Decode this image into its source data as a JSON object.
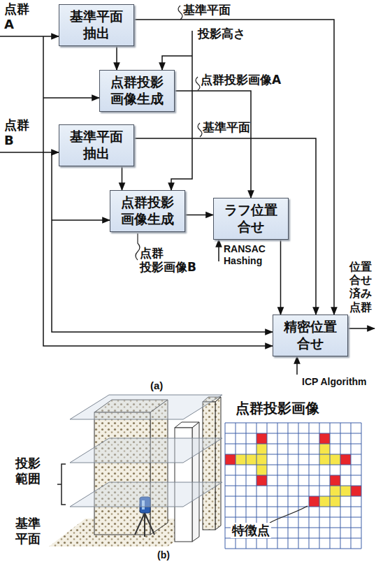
{
  "diagram": {
    "nodes": [
      {
        "text": [
          "基準平面 抽出"
        ]
      },
      {
        "text": [
          "点群投影 画像生成"
        ]
      },
      {
        "text": [
          "基準平面 抽出"
        ]
      },
      {
        "text": [
          "点群投影 画像生成"
        ]
      },
      {
        "text": [
          "ラフ位置 合せ"
        ]
      },
      {
        "text": [
          "精密位置 合せ"
        ]
      }
    ],
    "edges": [
      {
        "from": 0,
        "to": 1,
        "arrow": "to"
      },
      {
        "from": 0,
        "to": 5,
        "arrow": "to"
      },
      {
        "from": 1,
        "to": 4,
        "arrow": "to"
      },
      {
        "from": 2,
        "to": 3,
        "arrow": "to"
      },
      {
        "from": 2,
        "to": 5,
        "arrow": "to"
      },
      {
        "from": 3,
        "to": 4,
        "arrow": "to"
      },
      {
        "from": 4,
        "to": 5,
        "arrow": "to"
      }
    ],
    "labels": [
      "点群 A",
      "点群 B",
      "基準平面",
      "投影高さ",
      "点群投影画像A",
      "基準平面",
      "点群 投影画像B",
      "RANSAC Hashing",
      "位置 合せ 済み 点群",
      "ICP Algorithm",
      "(a)",
      "投影 範囲",
      "基準 平面",
      "点群投影画像",
      "特徴点",
      "(b)"
    ]
  }
}
